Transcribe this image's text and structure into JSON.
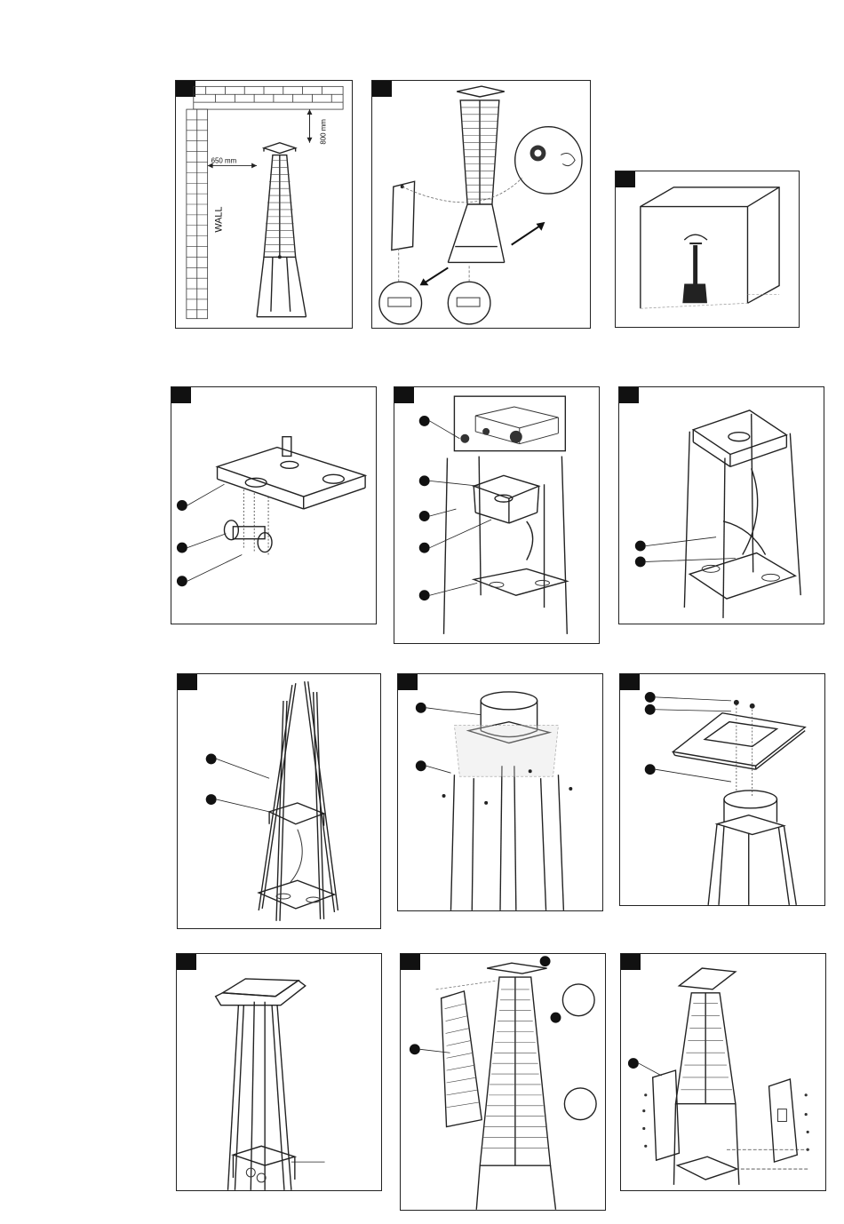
{
  "page": {
    "panels": [
      {
        "id": "p1",
        "labels": {
          "clearance_top": "800 mm",
          "clearance_side": "650 mm",
          "wall": "WALL"
        }
      },
      {
        "id": "p2"
      },
      {
        "id": "p3"
      },
      {
        "id": "p4"
      },
      {
        "id": "p5"
      },
      {
        "id": "p6"
      },
      {
        "id": "p7"
      },
      {
        "id": "p8"
      },
      {
        "id": "p9"
      },
      {
        "id": "p10"
      },
      {
        "id": "p11"
      },
      {
        "id": "p12"
      }
    ]
  },
  "colors": {
    "line": "#222222",
    "tag": "#111111",
    "background": "#ffffff"
  }
}
